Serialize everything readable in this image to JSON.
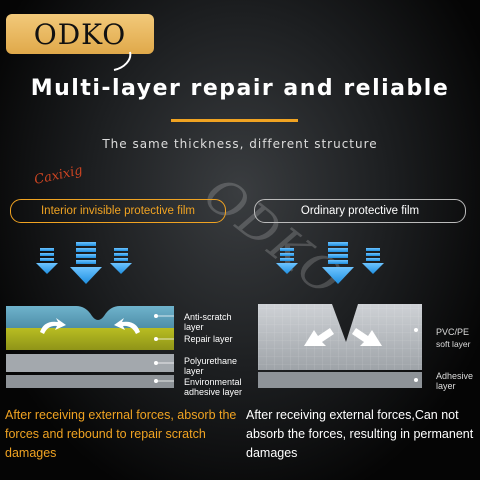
{
  "brand": {
    "logo_text": "ODKO",
    "watermark_text": "ODKO",
    "signature_text": "Caxixig"
  },
  "headline": {
    "title": "Multi-layer repair and reliable",
    "subtitle": "The same thickness, different structure"
  },
  "left": {
    "pill_label": "Interior invisible protective film",
    "layers": [
      "Anti-scratch layer",
      "Repair layer",
      "Polyurethane layer",
      "Environmental adhesive layer"
    ],
    "caption": "After receiving external forces, absorb the forces and rebound to repair scratch damages"
  },
  "right": {
    "pill_label": "Ordinary protective film",
    "layers": [
      "PVC/PE",
      "soft layer",
      "Adhesive layer"
    ],
    "caption": "After receiving external forces,Can not absorb the forces, resulting in permanent damages"
  },
  "colors": {
    "accent": "#f0a322",
    "anti_scratch": "#5b9bb7",
    "repair": "#a8ac1c",
    "polyurethane": "#9aa0a6",
    "adhesive": "#8a8f95",
    "arrow_blue": "#1f8fe0"
  },
  "icons": [
    "down-arrow-icon",
    "curved-arrow-icon"
  ]
}
